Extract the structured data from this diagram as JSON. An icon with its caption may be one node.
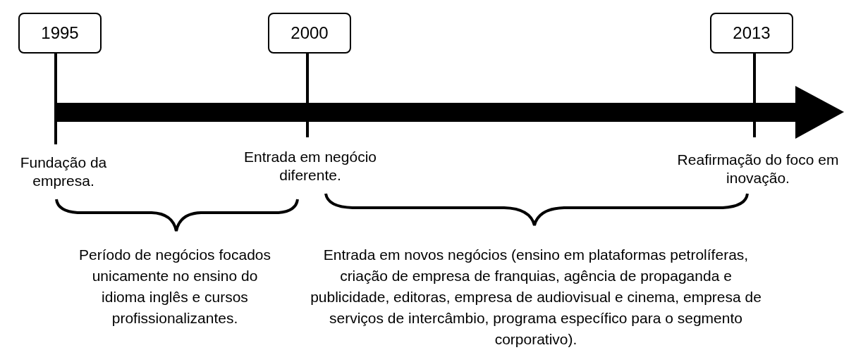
{
  "diagram": {
    "nodes": [
      {
        "text": [
          "1995"
        ]
      },
      {
        "text": [
          "2000"
        ]
      },
      {
        "text": [
          "2013"
        ]
      }
    ],
    "labels": [
      "Fundação da empresa.",
      "Entrada em negócio diferente.",
      "Reafirmação do foco em inovação.",
      "Período de negócios focados unicamente no ensino do idioma inglês e cursos profissionalizantes.",
      "Entrada em novos negócios (ensino em plataformas petrolíferas, criação de empresa de franquias, agência de propaganda e publicidade, editoras, empresa de audiovisual e cinema, empresa de serviços de intercâmbio, programa específico para o segmento corporativo)."
    ]
  }
}
